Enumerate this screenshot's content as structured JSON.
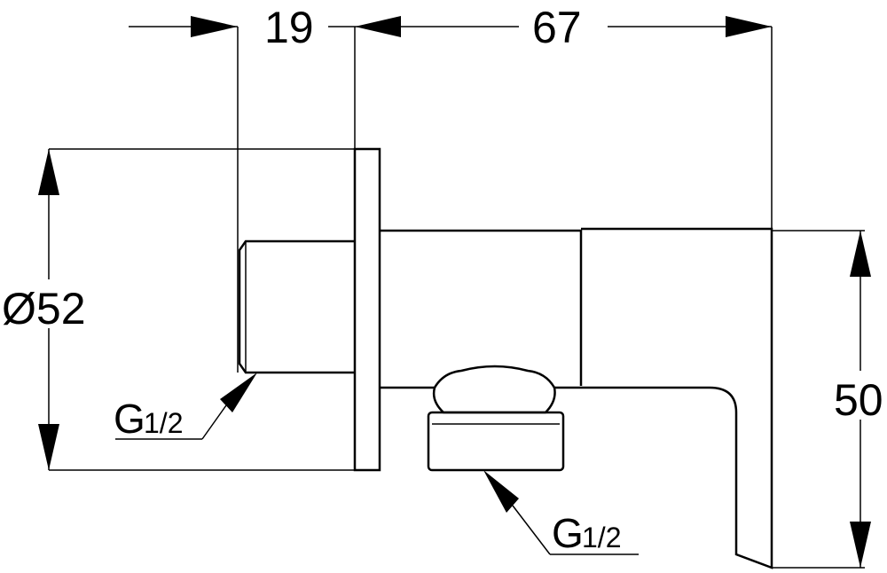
{
  "drawing": {
    "dimensions": {
      "top_left": "19",
      "top_right": "67",
      "diameter": "Ø52",
      "height": "50"
    },
    "thread_labels": [
      {
        "main": "G",
        "sub": "1/2"
      },
      {
        "main": "G",
        "sub": "1/2"
      }
    ]
  }
}
